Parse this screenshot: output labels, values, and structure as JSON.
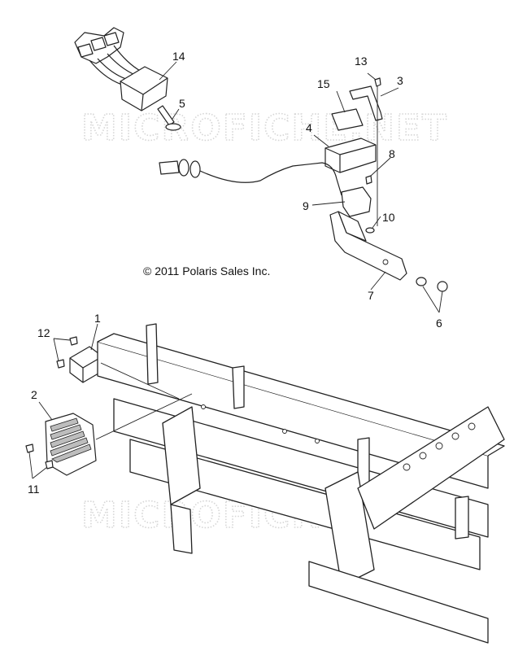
{
  "copyright": "© 2011 Polaris Sales Inc.",
  "watermark": "MICROFICHE.NET",
  "callouts": {
    "c1": "1",
    "c2": "2",
    "c3": "3",
    "c4": "4",
    "c5": "5",
    "c6": "6",
    "c7": "7",
    "c8": "8",
    "c9": "9",
    "c10": "10",
    "c11": "11",
    "c12": "12",
    "c13": "13",
    "c14": "14",
    "c15": "15"
  },
  "colors": {
    "line": "#222222",
    "watermark": "#d6d6d6",
    "background": "#ffffff"
  }
}
